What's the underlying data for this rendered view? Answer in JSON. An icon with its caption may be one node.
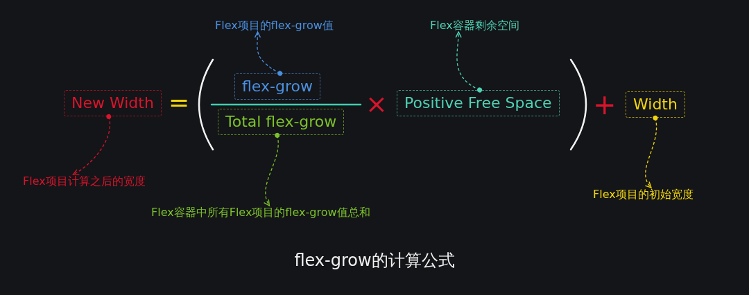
{
  "diagram": {
    "caption": "flex-grow的计算公式",
    "nodes": [
      {
        "text": [
          "Flex项目的flex-grow值"
        ]
      },
      {
        "text": [
          "Flex容器剩余空间"
        ]
      },
      {
        "text": [
          "New Width"
        ]
      },
      {
        "text": [
          "flex-grow"
        ]
      },
      {
        "text": [
          "Total flex-grow"
        ]
      },
      {
        "text": [
          "Positive Free Space"
        ]
      },
      {
        "text": [
          "Width"
        ]
      },
      {
        "text": [
          "Flex项目计算之后的宽度"
        ]
      },
      {
        "text": [
          "Flex项目的初始宽度"
        ]
      },
      {
        "text": [
          "Flex容器中所有Flex项目的flex-grow值总和"
        ]
      }
    ],
    "edges": [
      {
        "from": 3,
        "to": 0,
        "arrow": "to",
        "style": "dashed",
        "color": "#4a8fe0"
      },
      {
        "from": 5,
        "to": 1,
        "arrow": "to",
        "style": "dashed",
        "color": "#4fd1b5"
      },
      {
        "from": 2,
        "to": 7,
        "arrow": "to",
        "style": "dashed",
        "color": "#d9142c"
      },
      {
        "from": 4,
        "to": 9,
        "arrow": "to",
        "style": "dashed",
        "color": "#7cc22a"
      },
      {
        "from": 6,
        "to": 8,
        "arrow": "to",
        "style": "dashed",
        "color": "#f2d50f"
      }
    ],
    "labels": [
      "=",
      "×",
      "+"
    ]
  }
}
